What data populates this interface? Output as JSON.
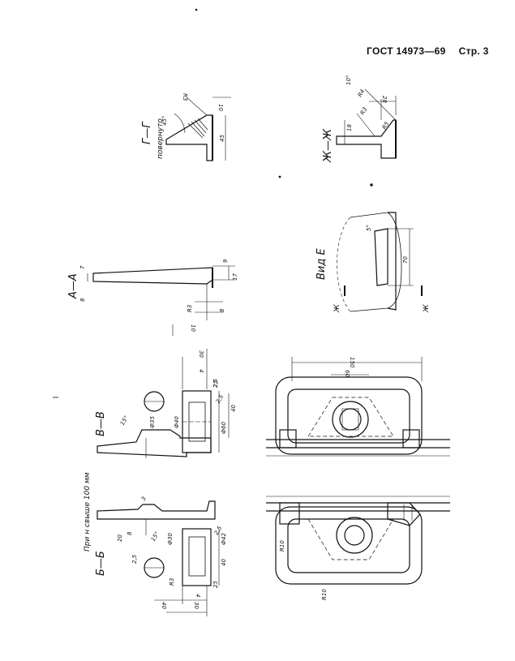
{
  "header": {
    "standard": "ГОСТ 14973—69",
    "page": "Стр. 3"
  },
  "views": {
    "g_g": {
      "title": "Г—Г",
      "subtitle": "повернуто",
      "dims": [
        "R3",
        "10",
        "45°",
        "45"
      ]
    },
    "a_a": {
      "title": "А—А",
      "dims": [
        "7",
        "8",
        "9",
        "17",
        "R3",
        "8",
        "10"
      ]
    },
    "zh_zh": {
      "title": "Ж—Ж",
      "dims": [
        "10°",
        "28",
        "R4",
        "R3",
        "R5",
        "18"
      ]
    },
    "vid_e": {
      "title": "Вид Е",
      "dims": [
        "5°",
        "70"
      ],
      "markers": [
        "Ж",
        "Ж"
      ]
    },
    "b_b": {
      "title": "Б—Б",
      "dims": [
        "3",
        "20",
        "8",
        "15°",
        "Ф30",
        "Ф42",
        "40",
        "R3",
        "25",
        "4",
        "40",
        "30",
        "2,5",
        "2,5"
      ]
    },
    "v_v": {
      "title": "В—В",
      "dims": [
        "15°",
        "Ф35",
        "Ф40",
        "30",
        "4",
        "2,5",
        "Ф60",
        "40",
        "2,5",
        "25"
      ]
    },
    "note": "При н свыше 100 мм",
    "plan_left": {
      "dims": [
        "R10",
        "R10"
      ]
    },
    "plan_right": {
      "dims": [
        "150",
        "60"
      ]
    }
  }
}
